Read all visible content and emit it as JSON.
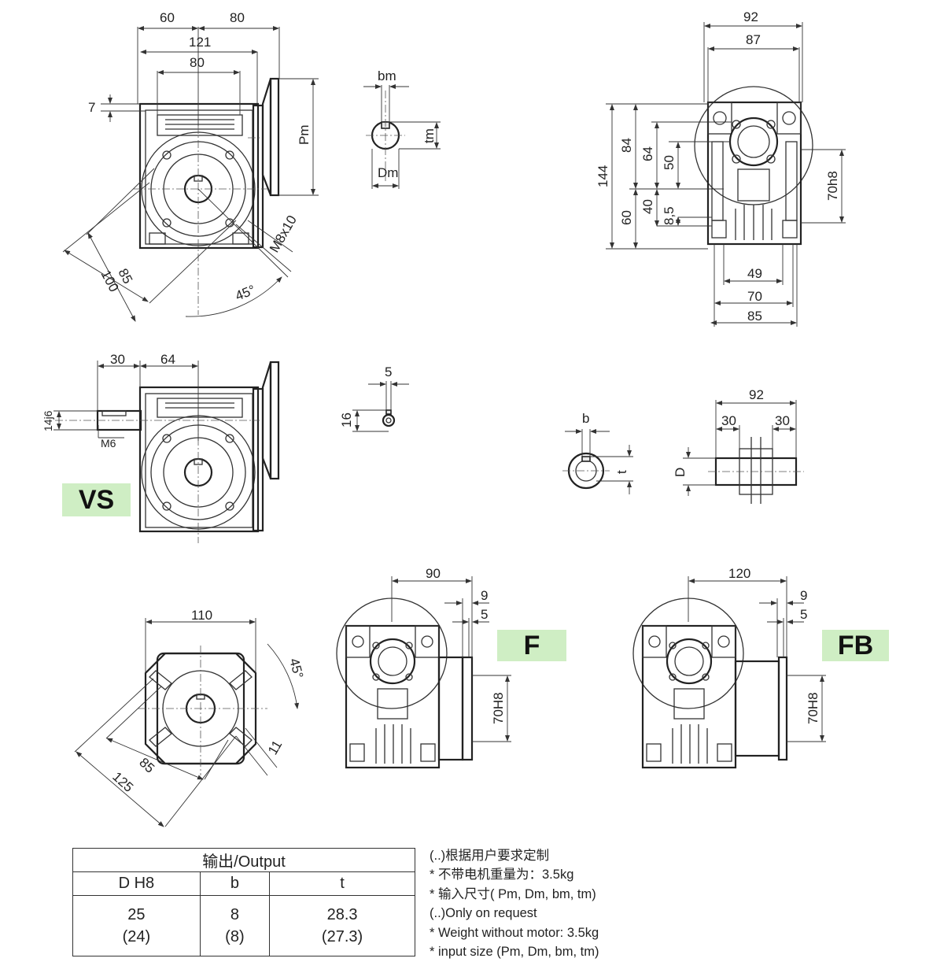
{
  "labels": {
    "d_60": "60",
    "d_80_top": "80",
    "d_121": "121",
    "d_80_inner": "80",
    "d_7": "7",
    "pm": "Pm",
    "d_85_diag": "85",
    "d_100_diag": "100",
    "m8x10": "M8x10",
    "ang_45_main": "45°",
    "bm": "bm",
    "tm": "tm",
    "dm": "Dm",
    "d_92_top": "92",
    "d_87": "87",
    "d_144": "144",
    "d_84": "84",
    "d_64_side": "64",
    "d_50": "50",
    "d_70h8_side": "70h8",
    "d_60_side": "60",
    "d_40": "40",
    "d_8_5": "8,5",
    "d_49": "49",
    "d_70_side": "70",
    "d_85_side": "85",
    "d_30": "30",
    "d_64": "64",
    "d_14j6": "14j6",
    "m6": "M6",
    "d_5_key": "5",
    "d_16_key": "16",
    "b": "b",
    "t": "t",
    "d_92_out": "92",
    "d_30_l": "30",
    "d_30_r": "30",
    "D": "D",
    "d_110": "110",
    "ang_45_flange": "45°",
    "d_85_flange": "85",
    "d_125": "125",
    "d_11": "11",
    "d_90": "90",
    "d_9_f": "9",
    "d_5_f": "5",
    "d_70h8_f": "70H8",
    "d_120": "120",
    "d_9_fb": "9",
    "d_5_fb": "5",
    "d_70h8_fb": "70H8"
  },
  "tags": {
    "vs": "VS",
    "f": "F",
    "fb": "FB"
  },
  "table": {
    "title": "输出/Output",
    "headers": [
      "D H8",
      "b",
      "t"
    ],
    "rows": [
      [
        "25",
        "8",
        "28.3"
      ],
      [
        "(24)",
        "(8)",
        "(27.3)"
      ]
    ]
  },
  "notes": [
    "(..)根据用户要求定制",
    "* 不带电机重量为：3.5kg",
    "* 输入尺寸( Pm, Dm, bm, tm)",
    "(..)Only on request",
    "* Weight without motor: 3.5kg",
    "* input  size  (Pm, Dm, bm, tm)"
  ],
  "colors": {
    "tag_bg": "#cfeec4",
    "line": "#333333"
  }
}
